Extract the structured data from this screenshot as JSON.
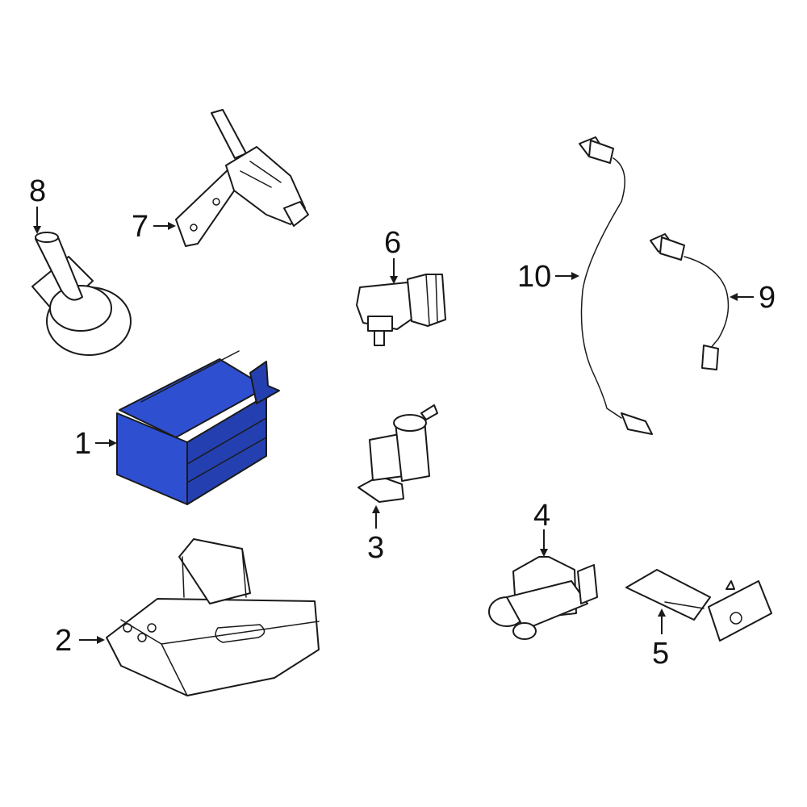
{
  "colors": {
    "highlight": "#2f4fd1",
    "highlight_shade": "#2440b0",
    "line": "#1a1a1a",
    "background": "#ffffff"
  },
  "callouts": {
    "c1": "1",
    "c2": "2",
    "c3": "3",
    "c4": "4",
    "c5": "5",
    "c6": "6",
    "c7": "7",
    "c8": "8",
    "c9": "9",
    "c10": "10"
  }
}
